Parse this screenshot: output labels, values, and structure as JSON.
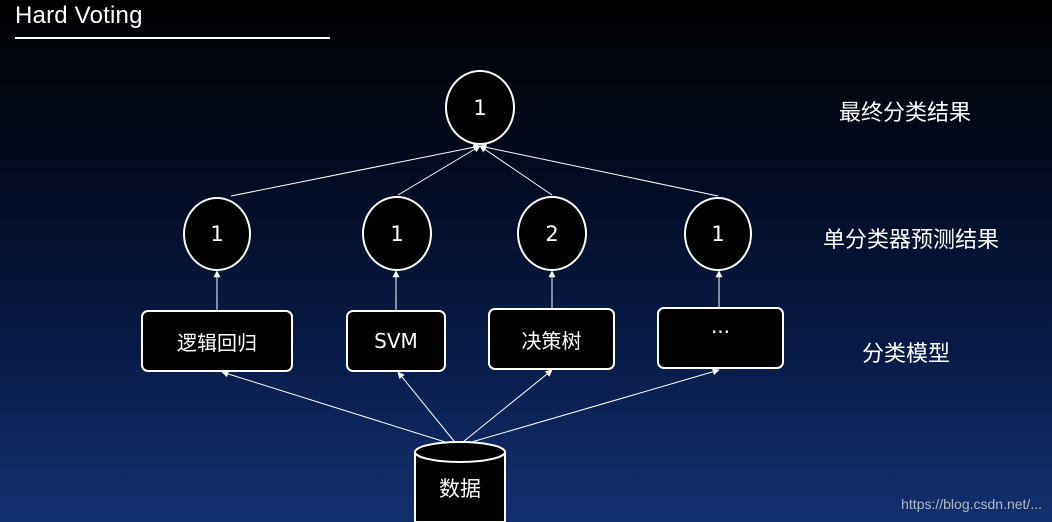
{
  "slide": {
    "title": "Hard Voting"
  },
  "final": {
    "value": "1",
    "label": "最终分类结果"
  },
  "predictions": {
    "label": "单分类器预测结果",
    "values": [
      "1",
      "1",
      "2",
      "1"
    ]
  },
  "models": {
    "label": "分类模型",
    "names": [
      "逻辑回归",
      "SVM",
      "决策树",
      "···"
    ]
  },
  "data_source": {
    "label": "数据"
  },
  "watermark": "https://blog.csdn.net/...",
  "colors": {
    "background_top": "#000000",
    "background_bottom": "#123070",
    "line": "#ffffff",
    "node_fill": "#000000"
  }
}
